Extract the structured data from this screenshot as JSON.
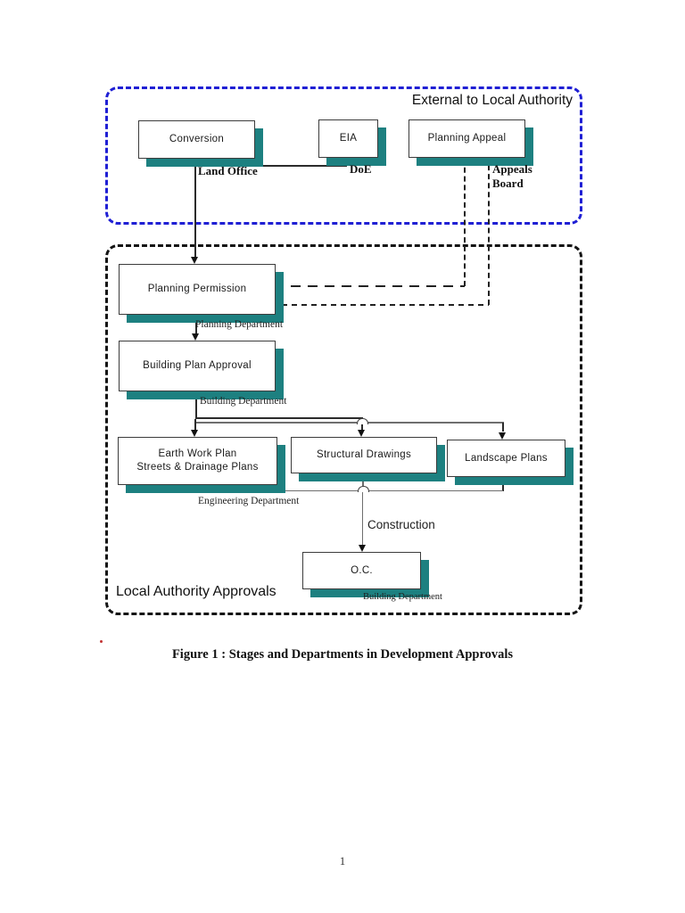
{
  "page": {
    "caption": "Figure 1 : Stages and Departments in Development Approvals",
    "page_number": "1"
  },
  "diagram": {
    "shadow_color": "#1d8080",
    "external_group": {
      "label": "External to Local Authority",
      "border_color": "#1f1fd4"
    },
    "local_group": {
      "label": "Local Authority Approvals",
      "border_color": "#141414"
    },
    "nodes": {
      "conversion": {
        "label": "Conversion",
        "department": "Land Office"
      },
      "eia": {
        "label": "EIA",
        "department": "DoE"
      },
      "planning_appeal": {
        "label": "Planning Appeal",
        "department_line1": "Appeals",
        "department_line2": "Board"
      },
      "planning_permission": {
        "label": "Planning Permission",
        "department": "Planning Department"
      },
      "building_plan_approval": {
        "label": "Building Plan Approval",
        "department": "Building Department"
      },
      "earth_work": {
        "label_line1": "Earth Work Plan",
        "label_line2": "Streets & Drainage Plans",
        "department": "Engineering Department"
      },
      "structural_drawings": {
        "label": "Structural Drawings"
      },
      "landscape_plans": {
        "label": "Landscape Plans"
      },
      "oc": {
        "label": "O.C.",
        "department": "Building Department"
      }
    },
    "edge_label": "Construction"
  }
}
